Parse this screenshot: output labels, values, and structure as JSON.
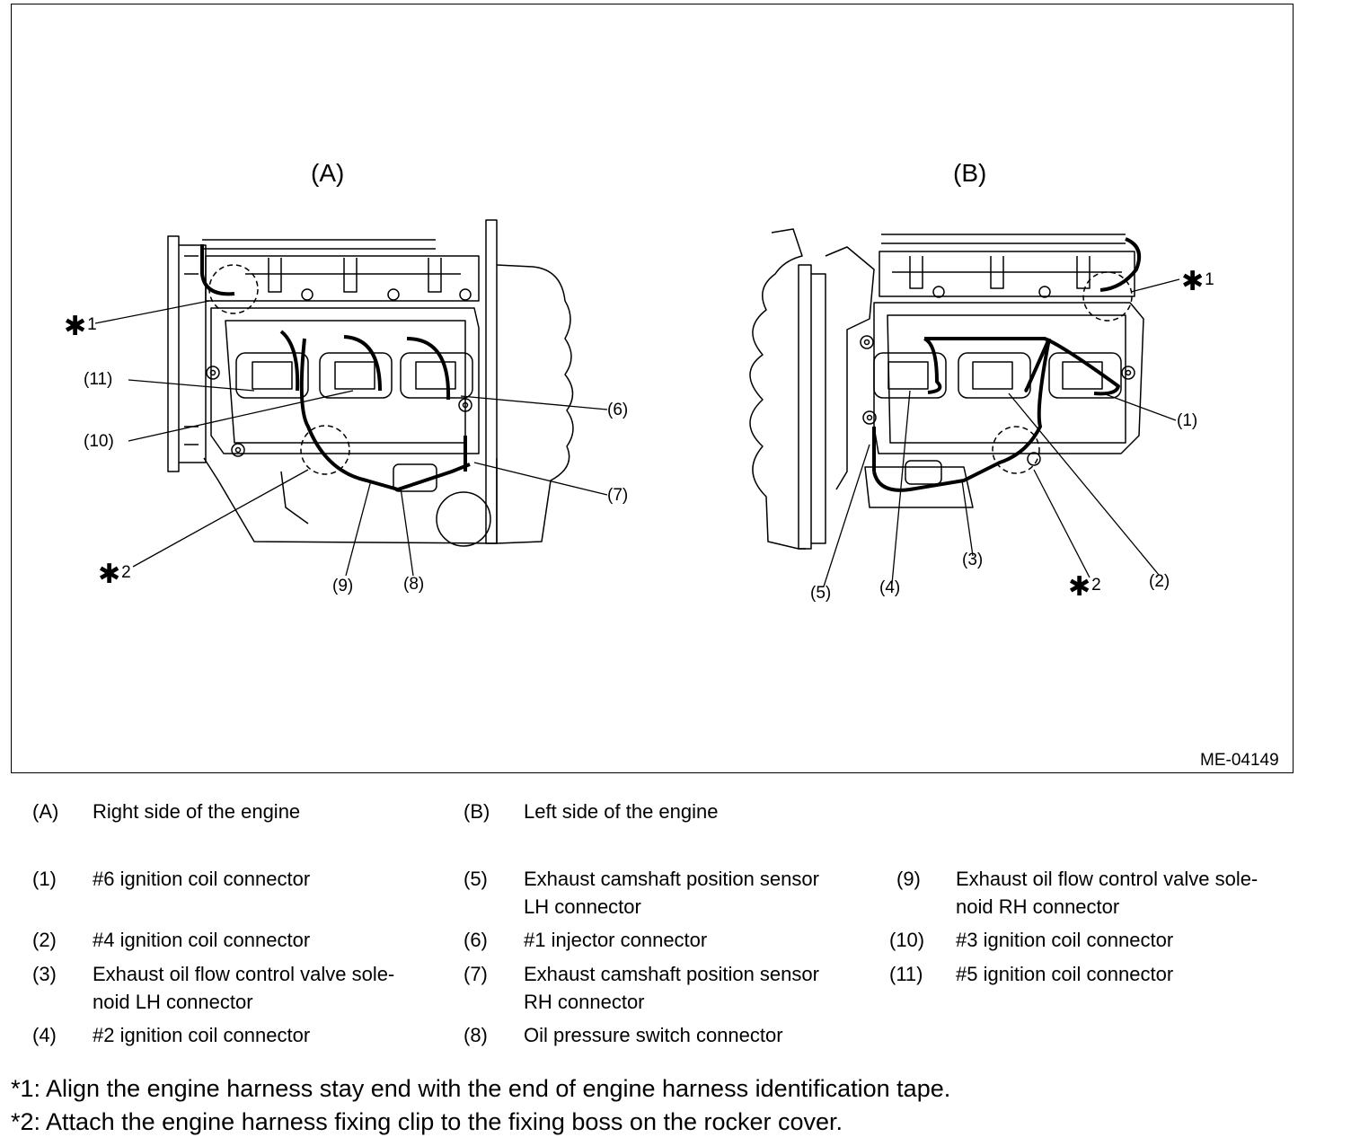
{
  "diagram": {
    "views": [
      {
        "id": "A",
        "label": "(A)"
      },
      {
        "id": "B",
        "label": "(B)"
      }
    ],
    "callouts": {
      "a_star1": "1",
      "a_11": "(11)",
      "a_10": "(10)",
      "a_6": "(6)",
      "a_7": "(7)",
      "a_star2": "2",
      "a_9": "(9)",
      "a_8": "(8)",
      "b_star1": "1",
      "b_1": "(1)",
      "b_3": "(3)",
      "b_5": "(5)",
      "b_4": "(4)",
      "b_star2": "2",
      "b_2": "(2)"
    },
    "star_symbol": "✱",
    "code": "ME-04149"
  },
  "legend": {
    "views": [
      {
        "key": "(A)",
        "text": "Right side of the engine"
      },
      {
        "key": "(B)",
        "text": "Left side of the engine"
      }
    ],
    "items": [
      {
        "key": "(1)",
        "text": "#6 ignition coil connector"
      },
      {
        "key": "(2)",
        "text": "#4 ignition coil connector"
      },
      {
        "key": "(3)",
        "text": "Exhaust oil flow control valve sole-\nnoid LH connector"
      },
      {
        "key": "(4)",
        "text": "#2 ignition coil connector"
      },
      {
        "key": "(5)",
        "text": "Exhaust camshaft position sensor\nLH connector"
      },
      {
        "key": "(6)",
        "text": "#1 injector connector"
      },
      {
        "key": "(7)",
        "text": "Exhaust camshaft position sensor\nRH connector"
      },
      {
        "key": "(8)",
        "text": "Oil pressure switch connector"
      },
      {
        "key": "(9)",
        "text": "Exhaust oil flow control valve sole-\nnoid RH connector"
      },
      {
        "key": "(10)",
        "text": "#3 ignition coil connector"
      },
      {
        "key": "(11)",
        "text": "#5 ignition coil connector"
      }
    ]
  },
  "notes": [
    "*1: Align the engine harness stay end with the end of engine harness identification tape.",
    "*2: Attach the engine harness fixing clip to the fixing boss on the rocker cover."
  ]
}
